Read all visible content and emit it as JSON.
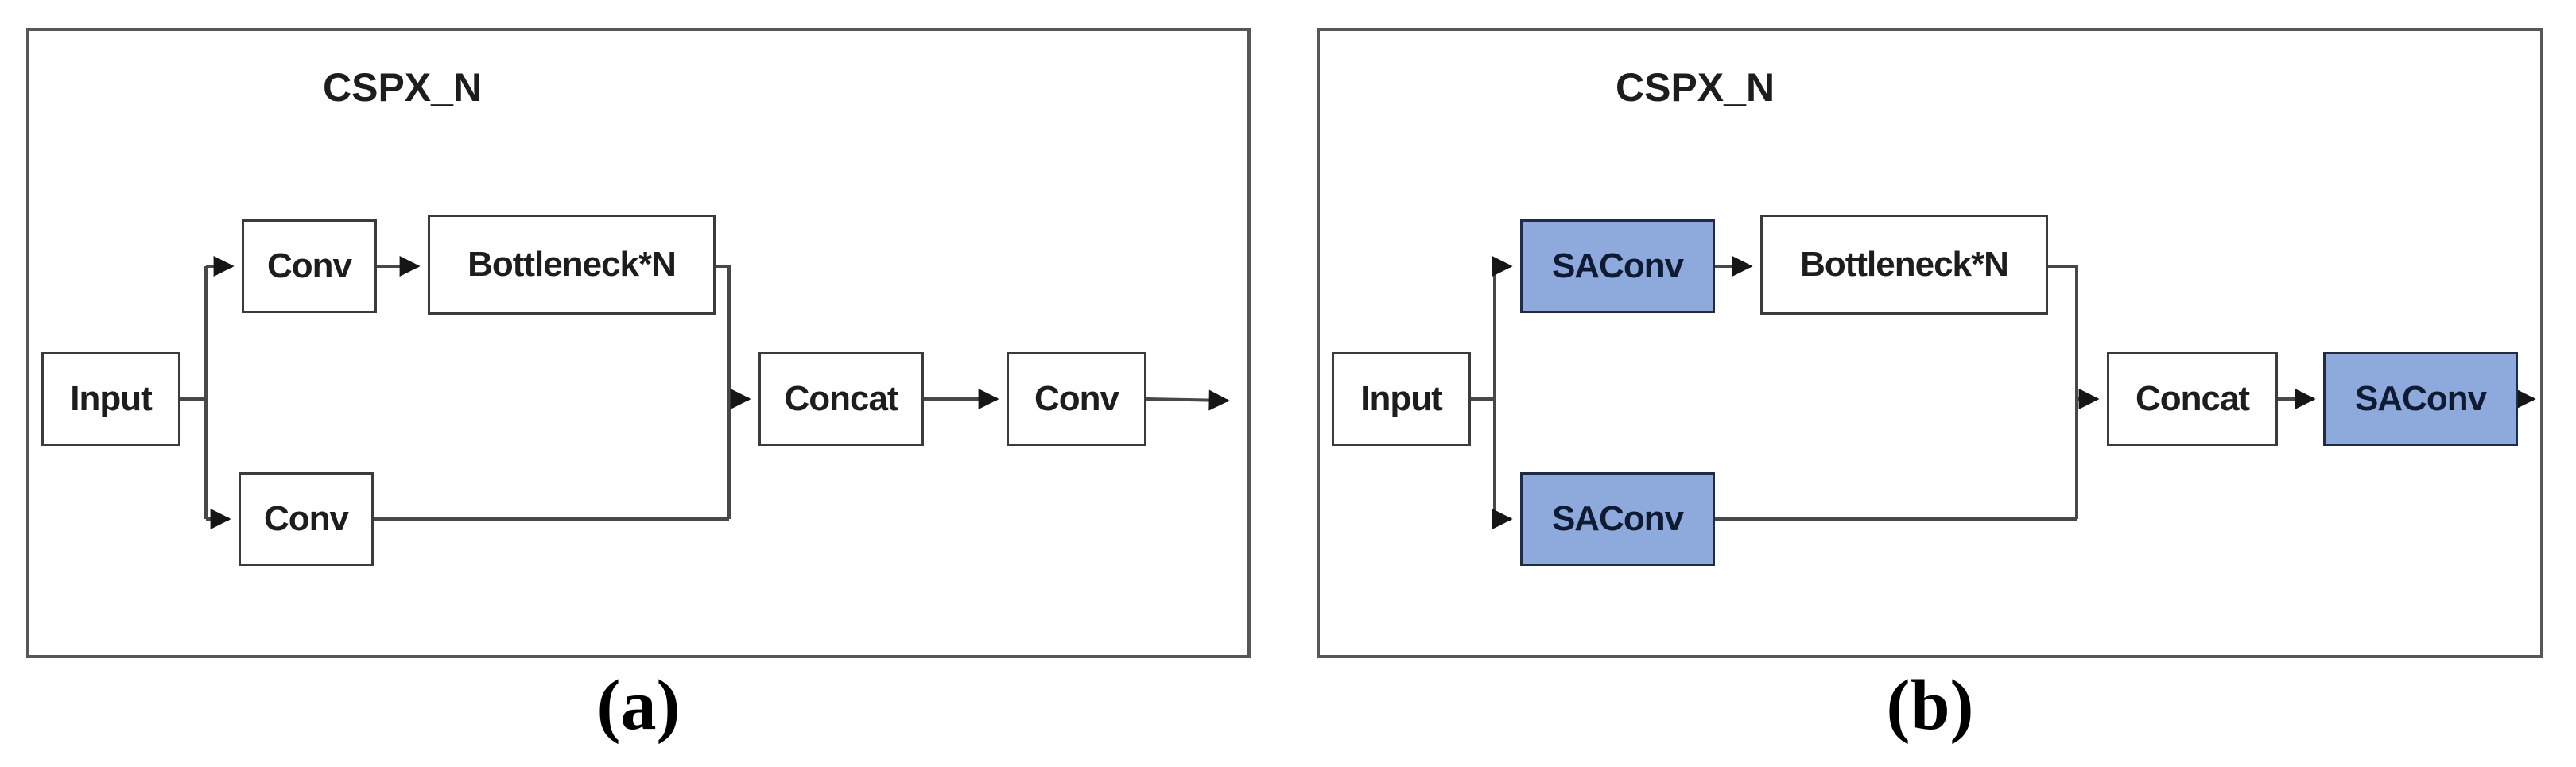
{
  "figure": {
    "panel_a": {
      "title": "CSPX_N",
      "caption": "(a)",
      "boxes": {
        "input": "Input",
        "conv_top": "Conv",
        "bottleneck": "Bottleneck*N",
        "conv_bottom": "Conv",
        "concat": "Concat",
        "conv_out": "Conv"
      }
    },
    "panel_b": {
      "title": "CSPX_N",
      "caption": "(b)",
      "boxes": {
        "input": "Input",
        "saconv_top": "SAConv",
        "bottleneck": "Bottleneck*N",
        "saconv_bottom": "SAConv",
        "concat": "Concat",
        "saconv_out": "SAConv"
      }
    },
    "colors": {
      "saconv_fill": "#8EA9DB",
      "saconv_border": "#202B45",
      "saconv_text": "#0E1B33",
      "box_fill": "#FFFFFF",
      "box_border": "#3B3B3B",
      "outer_border": "#575757",
      "wire": "#484848",
      "arrowhead": "#161616",
      "text": "#1D1D1D",
      "background": "#FFFFFF"
    }
  }
}
